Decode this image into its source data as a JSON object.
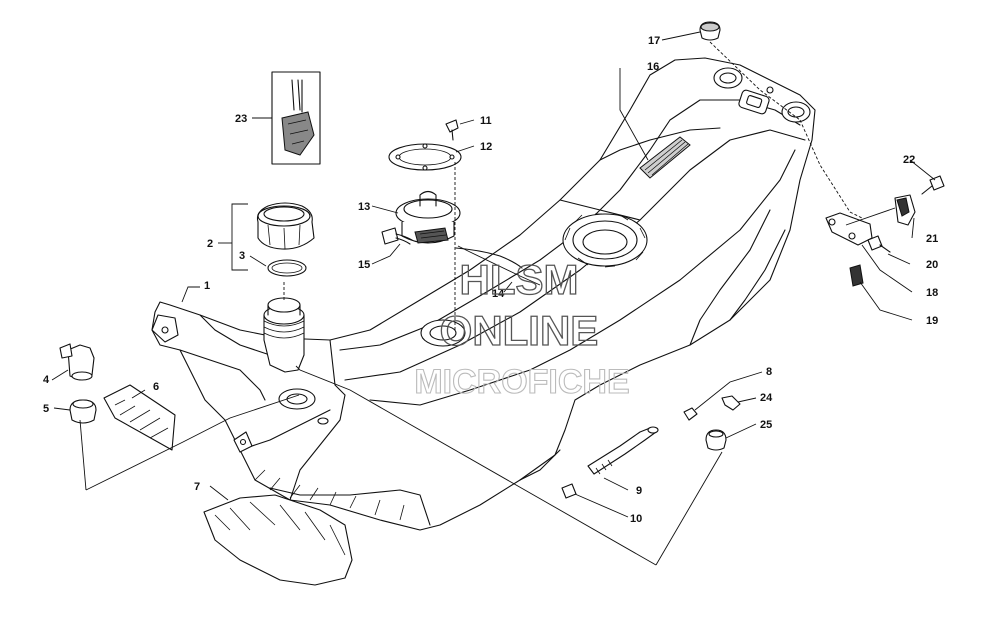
{
  "callouts": {
    "c1": "1",
    "c2": "2",
    "c3": "3",
    "c4": "4",
    "c5": "5",
    "c6": "6",
    "c7": "7",
    "c8": "8",
    "c9": "9",
    "c10": "10",
    "c11": "11",
    "c12": "12",
    "c13": "13",
    "c14": "14",
    "c15": "15",
    "c16": "16",
    "c17": "17",
    "c18": "18",
    "c19": "19",
    "c20": "20",
    "c21": "21",
    "c22": "22",
    "c23": "23",
    "c24": "24",
    "c25": "25"
  },
  "watermark": {
    "line1": "HLSM",
    "line2": "ONLINE",
    "line3": "MICROFICHE"
  }
}
